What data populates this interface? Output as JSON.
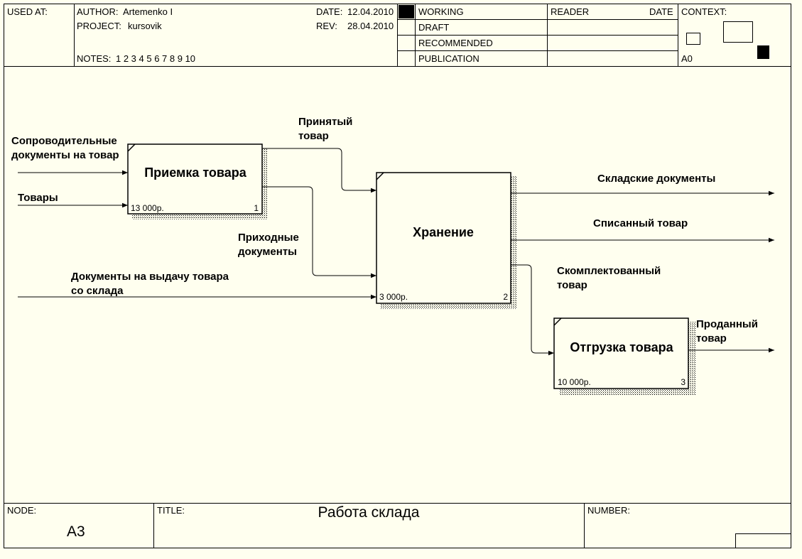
{
  "header": {
    "used_at": "USED AT:",
    "author_label": "AUTHOR:",
    "author": "Artemenko I",
    "project_label": "PROJECT:",
    "project": "kursovik",
    "notes_label": "NOTES:",
    "notes": "1  2  3  4  5  6  7  8  9  10",
    "date_label": "DATE:",
    "date": "12.04.2010",
    "rev_label": "REV:",
    "rev": "28.04.2010",
    "status": [
      "WORKING",
      "DRAFT",
      "RECOMMENDED",
      "PUBLICATION"
    ],
    "reader": "READER",
    "reader_date": "DATE",
    "context": "CONTEXT:",
    "context_node": "A0"
  },
  "activities": [
    {
      "title": "Приемка товара",
      "cost": "13 000р.",
      "num": "1"
    },
    {
      "title": "Хранение",
      "cost": "3 000р.",
      "num": "2"
    },
    {
      "title": "Отгрузка товара",
      "cost": "10 000р.",
      "num": "3"
    }
  ],
  "arrows": {
    "soprovod": [
      "Сопроводительные",
      "документы на товар"
    ],
    "tovary": "Товары",
    "prinyatyi": [
      "Принятый",
      "товар"
    ],
    "prihodnye": [
      "Приходные",
      "документы"
    ],
    "vydacha": [
      "Документы на выдачу товара",
      "со склада"
    ],
    "skladskie": "Складские документы",
    "spisannyi": "Списанный товар",
    "skomplekt": [
      "Скомплектованный",
      "товар"
    ],
    "prodannyi": [
      "Проданный",
      "товар"
    ]
  },
  "footer": {
    "node_label": "NODE:",
    "node": "A3",
    "title_label": "TITLE:",
    "title": "Работа склада",
    "number_label": "NUMBER:"
  }
}
